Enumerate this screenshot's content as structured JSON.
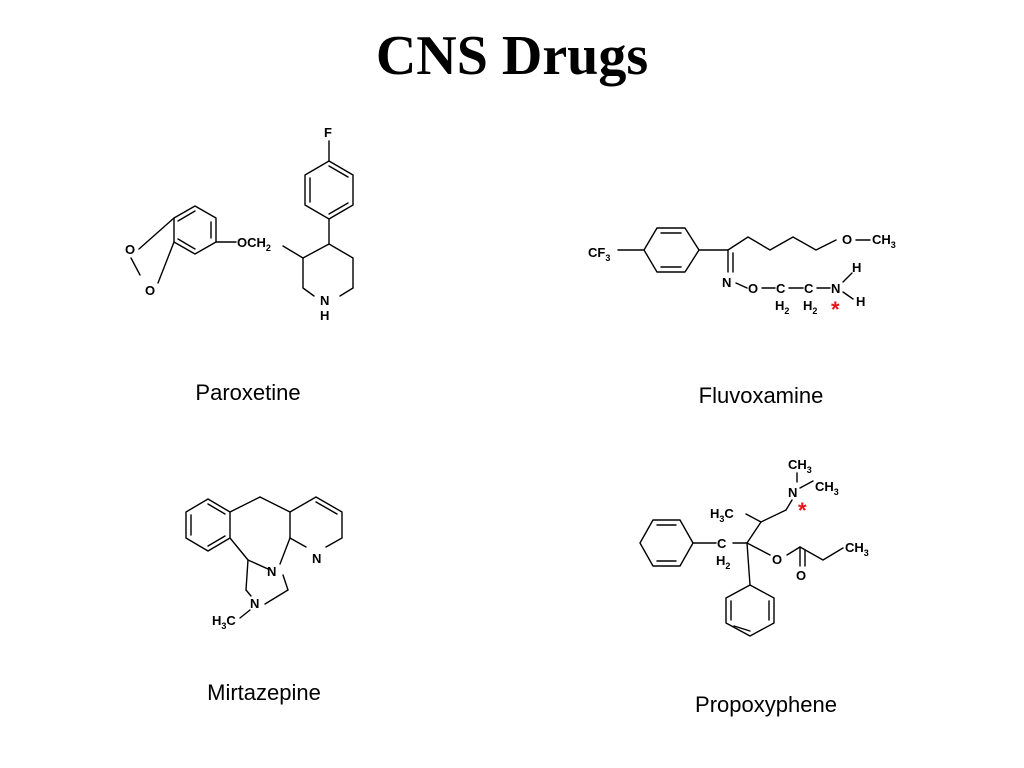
{
  "title": "CNS Drugs",
  "accent_color": "#e8141c",
  "drugs": {
    "paroxetine": {
      "name": "Paroxetine",
      "atoms": {
        "f": "F",
        "o1": "O",
        "o2": "O",
        "och": "OCH",
        "och_sub": "2",
        "nh_n": "N",
        "nh_h": "H"
      }
    },
    "fluvoxamine": {
      "name": "Fluvoxamine",
      "atoms": {
        "cf": "CF",
        "cf_sub": "3",
        "n_oxime": "N",
        "o_ether": "O",
        "c1": "C",
        "c2": "C",
        "h2a": "H",
        "h2a_sub": "2",
        "h2b": "H",
        "h2b_sub": "2",
        "n_amine": "N",
        "h_top": "H",
        "h_bottom": "H",
        "o_methoxy": "O",
        "ch3": "CH",
        "ch3_sub": "3",
        "chiral": "*"
      }
    },
    "mirtazepine": {
      "name": "Mirtazepine",
      "atoms": {
        "n_pyr": "N",
        "n_bridge": "N",
        "n_pip": "N",
        "h3c": "H",
        "h3c_sub": "3",
        "h3c_c": "C"
      }
    },
    "propoxyphene": {
      "name": "Propoxyphene",
      "atoms": {
        "ch3_top": "CH",
        "ch3_top_sub": "3",
        "n": "N",
        "ch3_right": "CH",
        "ch3_right_sub": "3",
        "h3c": "H",
        "h3c_sub": "3",
        "h3c_c": "C",
        "c": "C",
        "h2": "H",
        "h2_sub": "2",
        "o_ester": "O",
        "o_carbonyl": "O",
        "ch3_ethyl": "CH",
        "ch3_ethyl_sub": "3",
        "chiral": "*"
      }
    }
  }
}
